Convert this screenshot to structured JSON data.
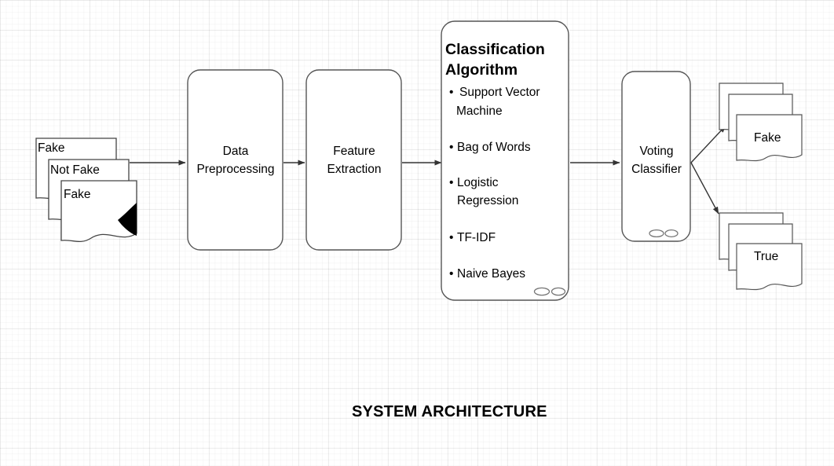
{
  "diagram": {
    "title": "SYSTEM ARCHITECTURE",
    "background": "#ffffff",
    "grid_color": "#e8e8e8",
    "stroke_color": "#555555",
    "text_color": "#000000"
  },
  "input_stack": {
    "name": "input-documents",
    "documents": [
      {
        "label": "Fake"
      },
      {
        "label": "Not Fake"
      },
      {
        "label": "Fake"
      }
    ]
  },
  "stages": [
    {
      "id": "data-preprocessing",
      "line1": "Data",
      "line2": "Preprocessing"
    },
    {
      "id": "feature-extraction",
      "line1": "Feature",
      "line2": "Extraction"
    }
  ],
  "classification": {
    "title_line1": "Classification",
    "title_line2": "Algorithm",
    "items": [
      {
        "line1": "Support Vector",
        "line2": "Machine"
      },
      {
        "line1": "Bag of Words",
        "line2": ""
      },
      {
        "line1": "Logistic",
        "line2": "Regression"
      },
      {
        "line1": "TF-IDF",
        "line2": ""
      },
      {
        "line1": "Naive Bayes",
        "line2": ""
      }
    ]
  },
  "voting": {
    "line1": "Voting",
    "line2": "Classifier"
  },
  "outputs": [
    {
      "id": "output-fake",
      "label": "Fake"
    },
    {
      "id": "output-true",
      "label": "True"
    }
  ]
}
